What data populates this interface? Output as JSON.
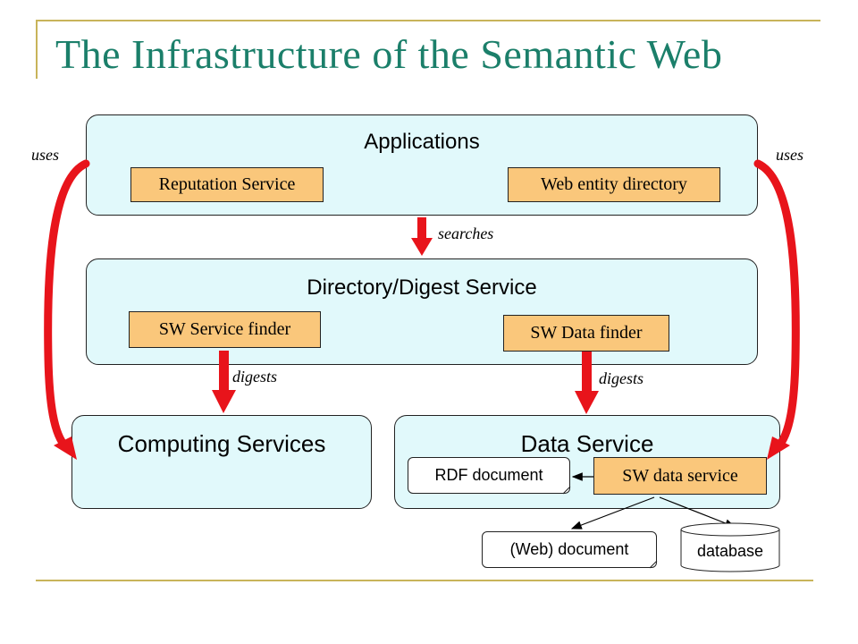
{
  "slide": {
    "title": "The Infrastructure of the Semantic Web"
  },
  "applications": {
    "title": "Applications",
    "items": [
      "Reputation Service",
      "Web entity directory"
    ]
  },
  "directory": {
    "title": "Directory/Digest Service",
    "items": [
      "SW Service finder",
      "SW Data finder"
    ]
  },
  "computing": {
    "title": "Computing Services"
  },
  "data_service": {
    "title": "Data Service",
    "rdf_document": "RDF document",
    "sw_data_service": "SW data service"
  },
  "storage": {
    "web_document": "(Web) document",
    "database": "database"
  },
  "relations": {
    "uses_left": "uses",
    "uses_right": "uses",
    "searches": "searches",
    "digests_left": "digests",
    "digests_right": "digests"
  },
  "colors": {
    "title_text": "#1b7f6a",
    "rule": "#c8b45a",
    "panel_fill": "#e1f9fb",
    "tag_fill": "#fac77b",
    "arrow_red": "#e8141b"
  }
}
